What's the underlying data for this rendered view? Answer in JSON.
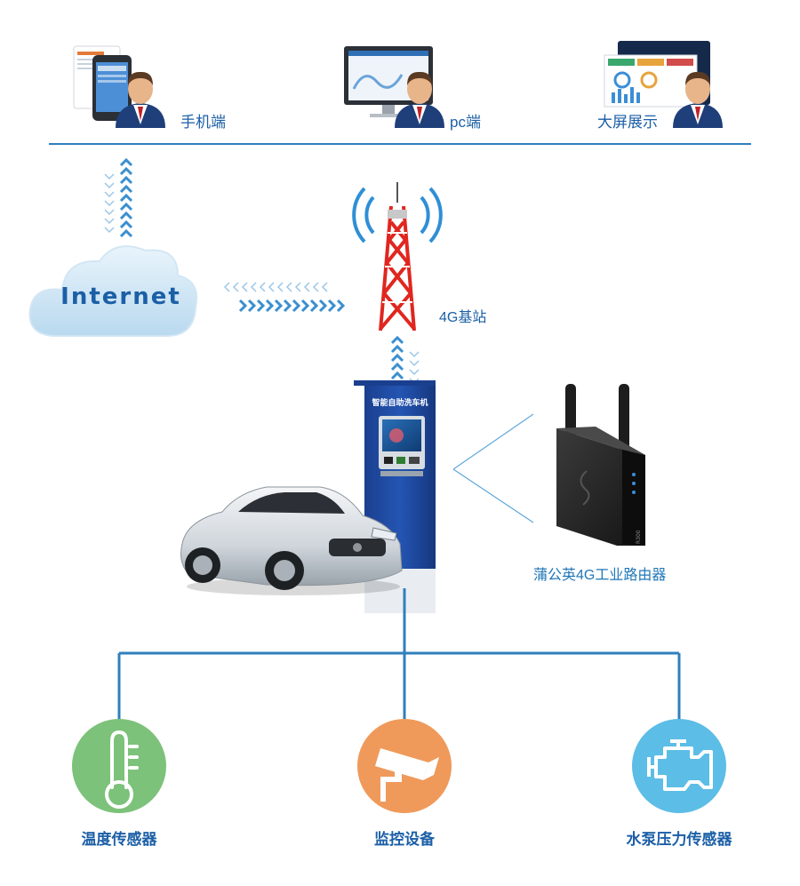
{
  "clients": [
    {
      "label": "手机端"
    },
    {
      "label": "pc端"
    },
    {
      "label": "大屏展示"
    }
  ],
  "cloud": {
    "label": "Internet"
  },
  "base_station": {
    "label": "4G基站"
  },
  "kiosk": {
    "sign": "智能自助洗车机"
  },
  "router": {
    "label": "蒲公英4G工业路由器",
    "model": "R300"
  },
  "sensors": [
    {
      "label": "温度传感器",
      "color": "#7cc27a"
    },
    {
      "label": "监控设备",
      "color": "#ef9a5b"
    },
    {
      "label": "水泵压力传感器",
      "color": "#5cbde6"
    }
  ],
  "colors": {
    "line": "#2f7fbd",
    "arrow": "#3a8fd0",
    "tower_red": "#e0261f",
    "kiosk_blue": "#1d4aa1"
  }
}
